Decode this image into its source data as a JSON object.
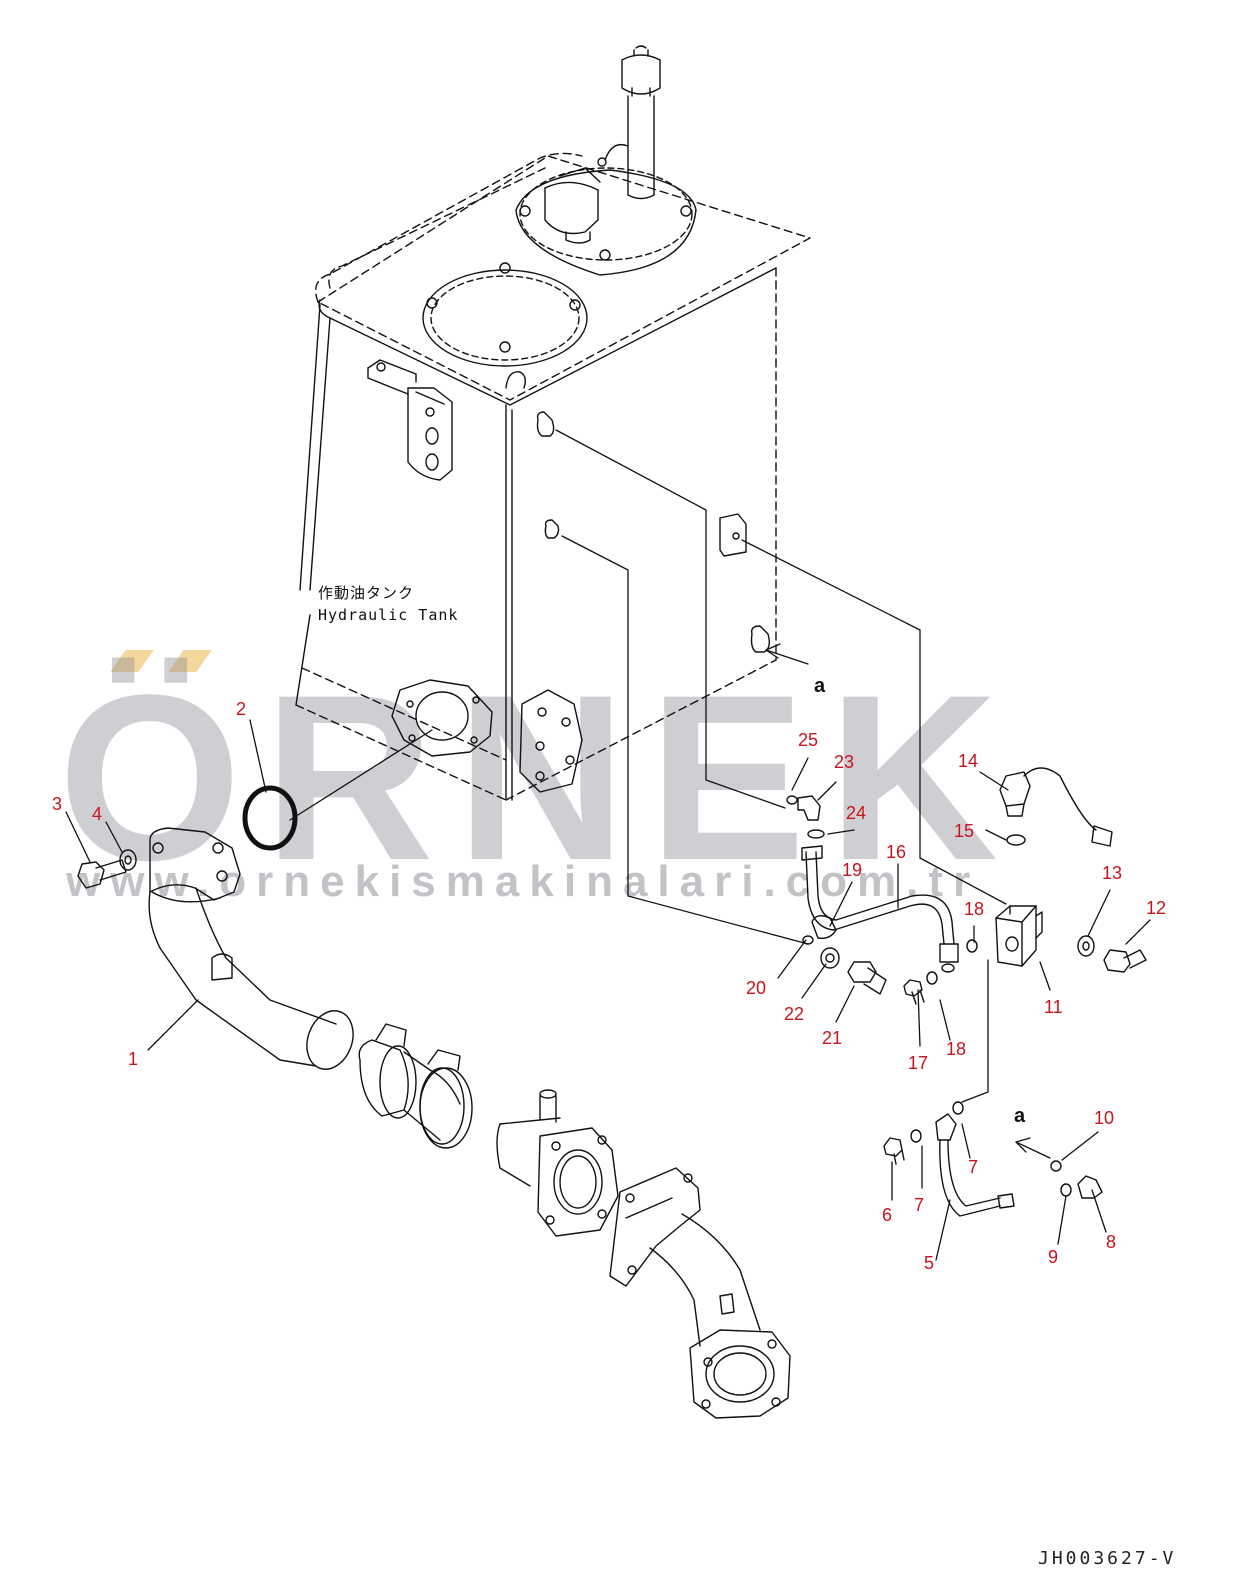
{
  "labels": {
    "tank_jp": "作動油タンク",
    "tank_en": "Hydraulic Tank",
    "view_arrow": "a",
    "drawing_id": "JH003627-V"
  },
  "watermark": {
    "brand": "ÖRNEK",
    "url": "www.ornekismakinalari.com.tr",
    "color_brand": "#8c8c96",
    "color_accent": "#f4d79a"
  },
  "callouts": [
    "1",
    "2",
    "3",
    "4",
    "5",
    "6",
    "7",
    "7",
    "8",
    "9",
    "10",
    "11",
    "12",
    "13",
    "14",
    "15",
    "16",
    "17",
    "18",
    "18",
    "19",
    "20",
    "21",
    "22",
    "23",
    "24",
    "25"
  ],
  "colors": {
    "callout": "#c8141e",
    "line": "#111111"
  }
}
